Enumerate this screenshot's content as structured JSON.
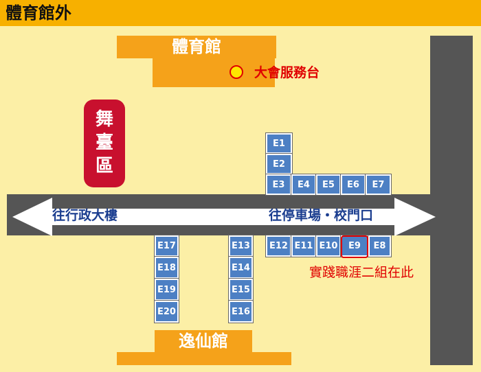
{
  "header": {
    "title": "體育館外",
    "background": "#f7b000"
  },
  "colors": {
    "ground": "#fcefa6",
    "building": "#f5a21a",
    "road": "#555555",
    "booth": "#4d80c4",
    "stage": "#c8102e",
    "highlight": "#e00000",
    "desk_marker": "#ffe600"
  },
  "buildings": {
    "gym": "體育館",
    "info_desk": "大會服務台",
    "stage": "舞\n臺\n區",
    "yixian_hall": "逸仙館"
  },
  "road": {
    "left_label": "往行政大樓",
    "right_label": "往停車場・校門口"
  },
  "booths": {
    "north_column": [
      "E1",
      "E2"
    ],
    "north_row": [
      "E3",
      "E4",
      "E5",
      "E6",
      "E7"
    ],
    "south_row": [
      "E12",
      "E11",
      "E10",
      "E9",
      "E8"
    ],
    "west_column_a": [
      "E17",
      "E18",
      "E19",
      "E20"
    ],
    "west_column_b": [
      "E13",
      "E14",
      "E15",
      "E16"
    ]
  },
  "highlight": {
    "booth": "E9",
    "label": "實踐職涯二組在此"
  },
  "icons": {
    "info_desk_marker": "circle-marker",
    "left_arrow": "arrow-left",
    "right_arrow": "arrow-right"
  }
}
